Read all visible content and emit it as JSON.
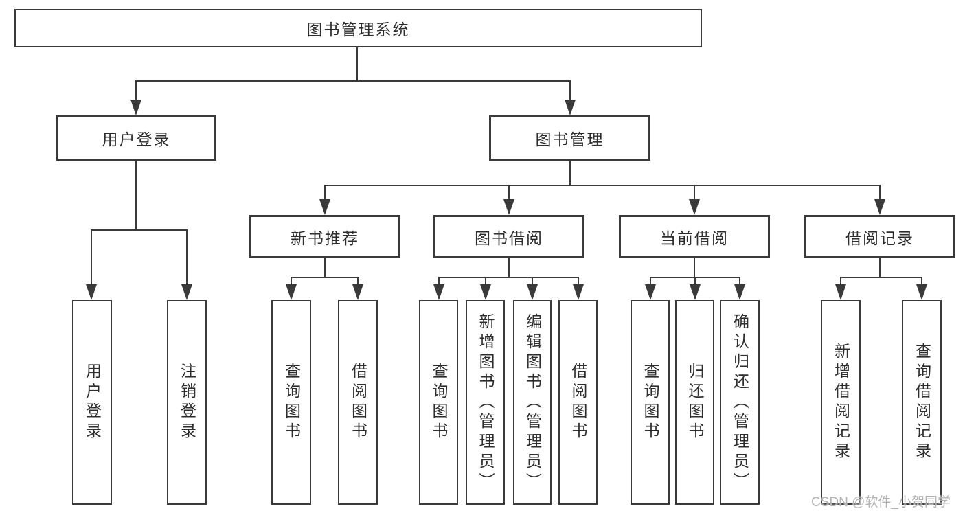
{
  "colors": {
    "line": "#3a3a3a",
    "text": "#2e2e2e",
    "background": "#ffffff",
    "watermark": "#b3b3b3"
  },
  "tree": {
    "label": "图书管理系统",
    "children": [
      {
        "label": "用户登录",
        "children": [
          {
            "label": "用户登录"
          },
          {
            "label": "注销登录"
          }
        ]
      },
      {
        "label": "图书管理",
        "children": [
          {
            "label": "新书推荐",
            "children": [
              {
                "label": "查询图书"
              },
              {
                "label": "借阅图书"
              }
            ]
          },
          {
            "label": "图书借阅",
            "children": [
              {
                "label": "查询图书"
              },
              {
                "label": "新增图书（管理员）"
              },
              {
                "label": "编辑图书（管理员）"
              },
              {
                "label": "借阅图书"
              }
            ]
          },
          {
            "label": "当前借阅",
            "children": [
              {
                "label": "查询图书"
              },
              {
                "label": "归还图书"
              },
              {
                "label": "确认归还（管理员）"
              }
            ]
          },
          {
            "label": "借阅记录",
            "children": [
              {
                "label": "新增借阅记录"
              },
              {
                "label": "查询借阅记录"
              }
            ]
          }
        ]
      }
    ]
  },
  "watermark": {
    "text": "CSDN @软件_小贺同学"
  }
}
